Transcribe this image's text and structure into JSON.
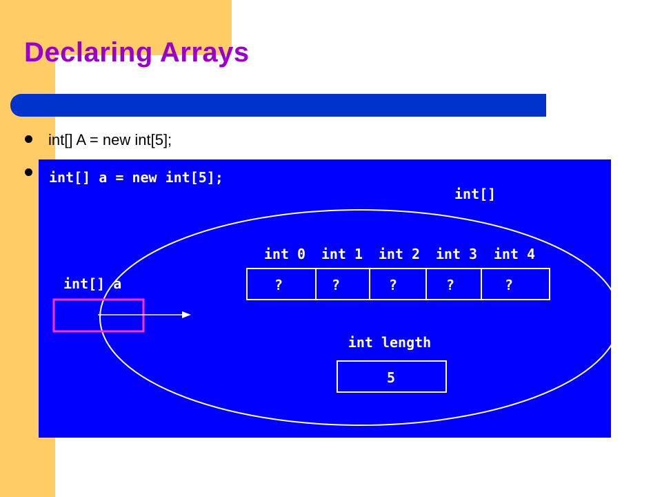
{
  "slide": {
    "title": "Declaring Arrays",
    "bullets": [
      {
        "text": "int[] A = new int[5];"
      },
      {
        "text": ""
      }
    ]
  },
  "diagram": {
    "code_line": "int[] a = new int[5];",
    "object_type_label": "int[]",
    "variable_label": "int[] a",
    "element_headers": [
      "int 0",
      "int 1",
      "int 2",
      "int 3",
      "int 4"
    ],
    "element_values": [
      "?",
      "?",
      "?",
      "?",
      "?"
    ],
    "length_label": "int length",
    "length_value": "5"
  },
  "colors": {
    "accent_orange": "#ffcc66",
    "title_purple": "#9900cc",
    "bar_blue": "#0033cc",
    "diagram_blue": "#0000ff",
    "variable_box_magenta": "#ff33cc"
  }
}
